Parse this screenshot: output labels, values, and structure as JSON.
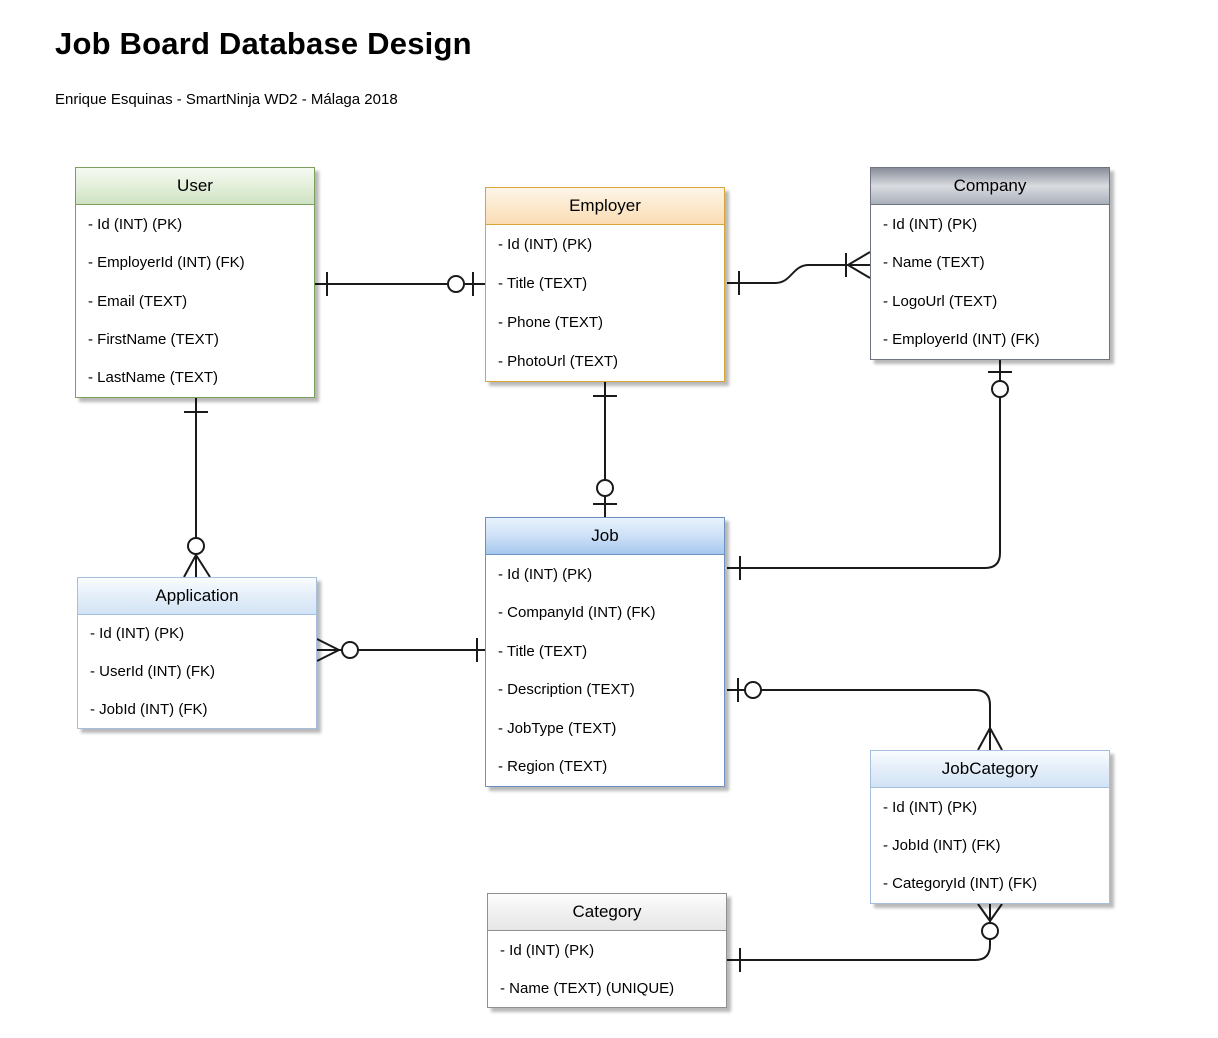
{
  "page": {
    "title": "Job Board Database Design",
    "subtitle": "Enrique Esquinas - SmartNinja WD2 - Málaga 2018"
  },
  "entities": {
    "user": {
      "name": "User",
      "fields": [
        "- Id (INT) (PK)",
        "- EmployerId (INT) (FK)",
        "- Email (TEXT)",
        "- FirstName (TEXT)",
        "- LastName (TEXT)"
      ],
      "colors": {
        "header_top": "#f6faf2",
        "header_mid": "#e3efda",
        "header_bottom": "#cde2c2",
        "border": "#7ca05b"
      }
    },
    "employer": {
      "name": "Employer",
      "fields": [
        "- Id (INT) (PK)",
        "- Title (TEXT)",
        "- Phone (TEXT)",
        "- PhotoUrl (TEXT)"
      ],
      "colors": {
        "header_top": "#fdf5e9",
        "header_mid": "#fce9cd",
        "header_bottom": "#fadcb4",
        "border": "#d8a43a"
      }
    },
    "company": {
      "name": "Company",
      "fields": [
        "- Id (INT) (PK)",
        "- Name (TEXT)",
        "- LogoUrl (TEXT)",
        "- EmployerId (INT) (FK)"
      ],
      "colors": {
        "header_top": "#878d9a",
        "header_mid": "#d9dbe0",
        "header_bottom": "#aab0bb",
        "border": "#6f7580"
      }
    },
    "job": {
      "name": "Job",
      "fields": [
        "- Id (INT) (PK)",
        "- CompanyId (INT) (FK)",
        "- Title (TEXT)",
        "- Description (TEXT)",
        "- JobType (TEXT)",
        "- Region (TEXT)"
      ],
      "colors": {
        "header_top": "#e8f2fc",
        "header_mid": "#cde1f7",
        "header_bottom": "#a6c7ee",
        "border": "#6e90c0"
      }
    },
    "application": {
      "name": "Application",
      "fields": [
        "- Id (INT) (PK)",
        "- UserId (INT) (FK)",
        "- JobId (INT) (FK)"
      ],
      "colors": {
        "header_top": "#fafcfe",
        "header_mid": "#e4eef9",
        "header_bottom": "#d2e3f5",
        "border": "#a5c0de"
      }
    },
    "jobcategory": {
      "name": "JobCategory",
      "fields": [
        "- Id (INT) (PK)",
        "- JobId (INT) (FK)",
        "- CategoryId (INT) (FK)"
      ],
      "colors": {
        "header_top": "#fafcfe",
        "header_mid": "#e4eef9",
        "header_bottom": "#d2e3f5",
        "border": "#a5c0de"
      }
    },
    "category": {
      "name": "Category",
      "fields": [
        "- Id (INT) (PK)",
        "- Name (TEXT) (UNIQUE)"
      ],
      "colors": {
        "header_top": "#fdfdfd",
        "header_mid": "#f1f1f1",
        "header_bottom": "#e6e6e6",
        "border": "#8f8f8f"
      }
    }
  },
  "relationships": [
    {
      "from": "User",
      "to": "Employer",
      "from_end": "one",
      "to_end": "zero or one"
    },
    {
      "from": "Employer",
      "to": "Company",
      "from_end": "one",
      "to_end": "one or many"
    },
    {
      "from": "Employer",
      "to": "Job",
      "from_end": "one",
      "to_end": "zero or one"
    },
    {
      "from": "Company",
      "to": "Job",
      "from_end": "zero or one",
      "to_end": "one"
    },
    {
      "from": "User",
      "to": "Application",
      "from_end": "one",
      "to_end": "zero or many"
    },
    {
      "from": "Application",
      "to": "Job",
      "from_end": "zero or many",
      "to_end": "one"
    },
    {
      "from": "Job",
      "to": "JobCategory",
      "from_end": "zero or one",
      "to_end": "many"
    },
    {
      "from": "Category",
      "to": "JobCategory",
      "from_end": "one",
      "to_end": "zero or many"
    }
  ],
  "notation": "crow's foot"
}
